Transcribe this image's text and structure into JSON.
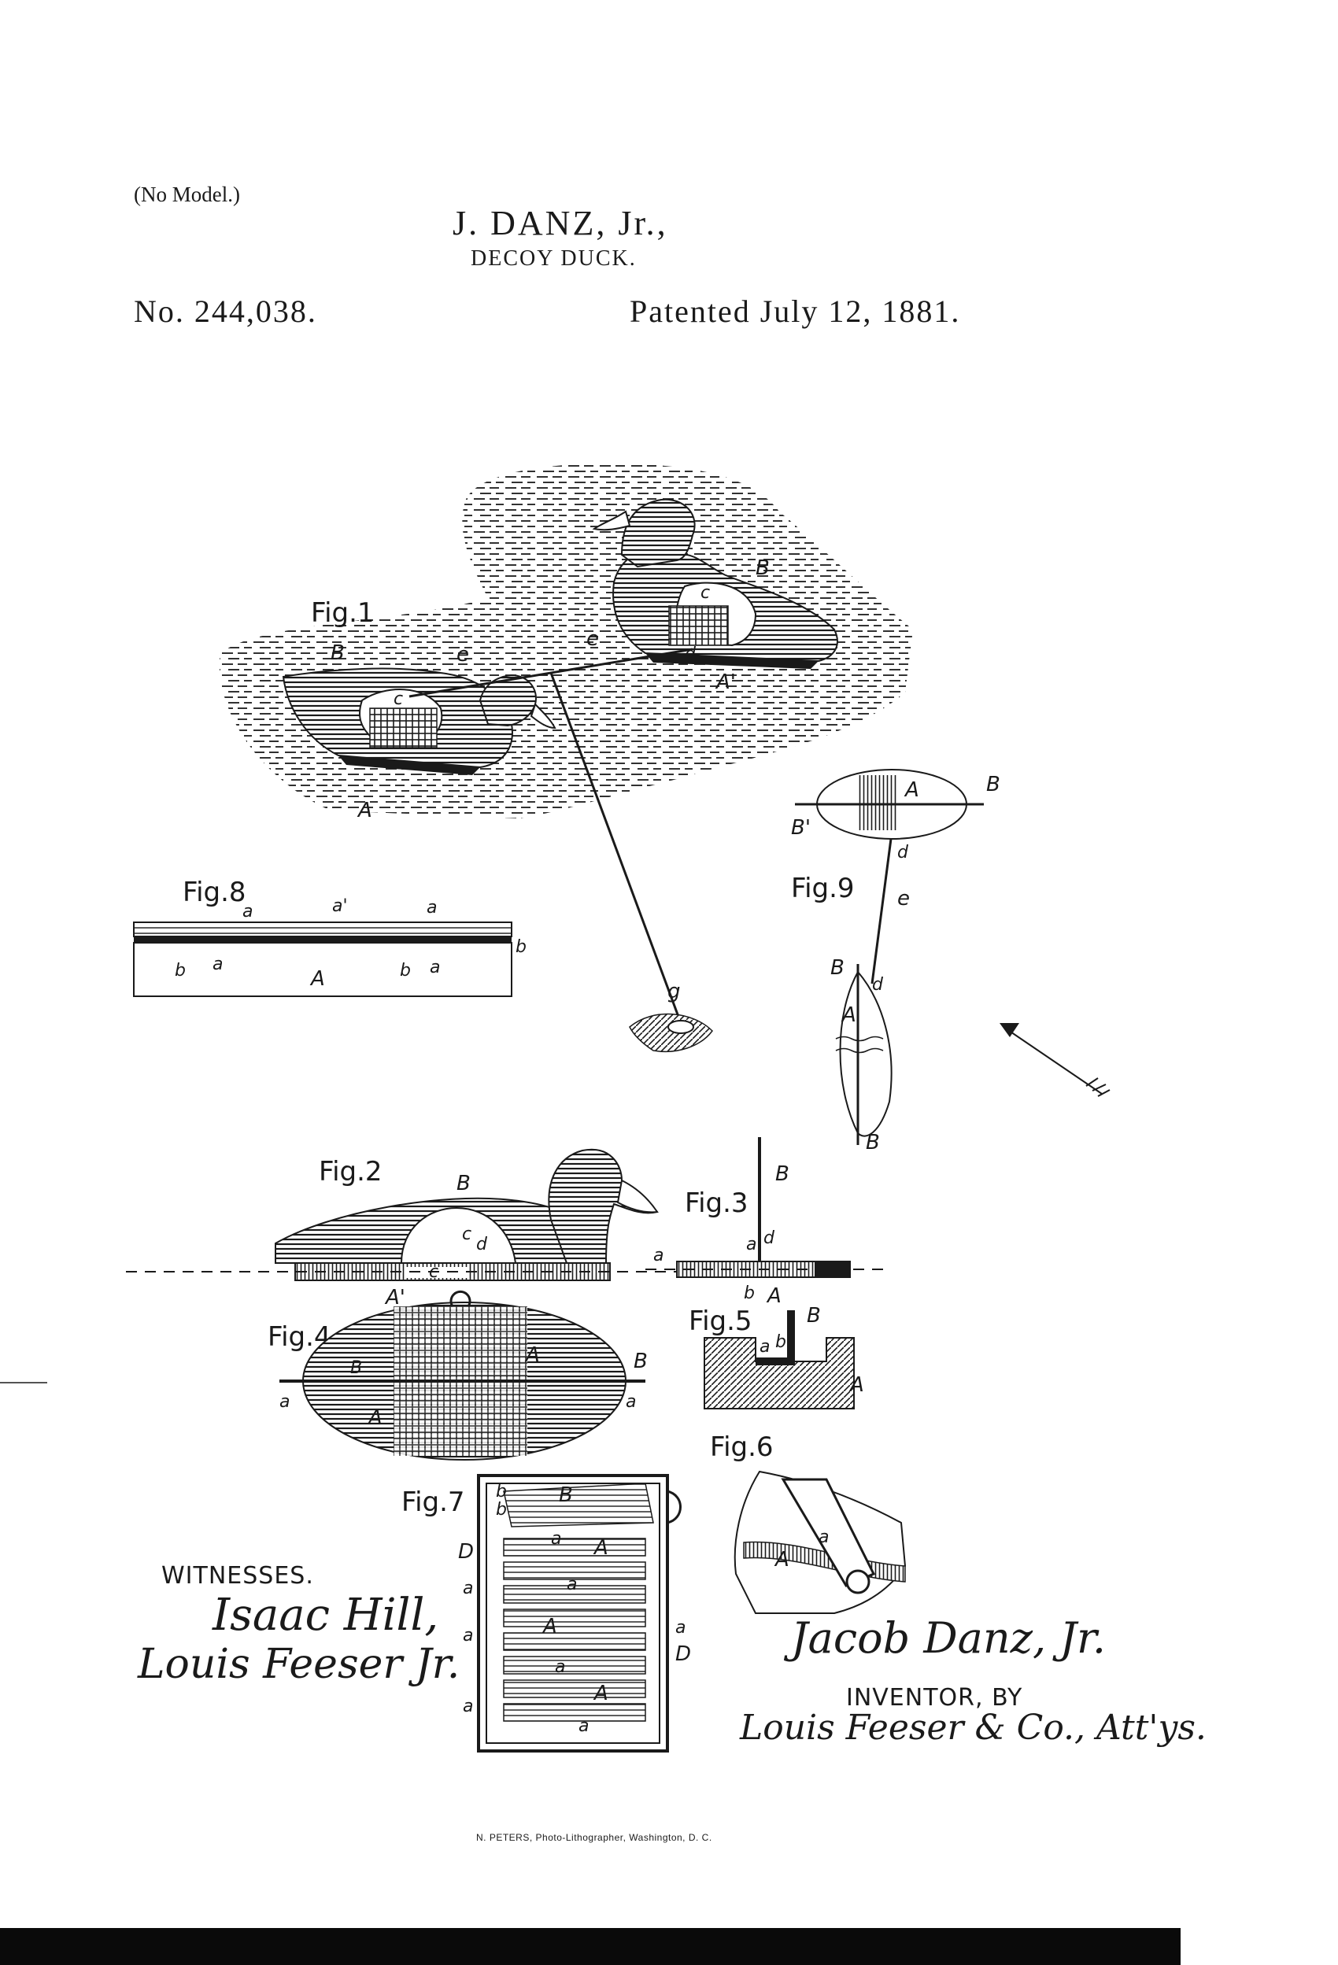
{
  "header": {
    "no_model": "(No Model.)",
    "inventor": "J. DANZ, Jr.,",
    "title": "DECOY DUCK.",
    "patent_number": "No. 244,038.",
    "patent_date": "Patented July 12, 1881."
  },
  "figures": {
    "fig1": "Fig.1",
    "fig2": "Fig.2",
    "fig3": "Fig.3",
    "fig4": "Fig.4",
    "fig5": "Fig.5",
    "fig6": "Fig.6",
    "fig7": "Fig.7",
    "fig8": "Fig.8",
    "fig9": "Fig.9"
  },
  "refs": {
    "A": "A",
    "A1": "A'",
    "B": "B",
    "B1": "B'",
    "a": "a",
    "a1": "a'",
    "b": "b",
    "c": "c",
    "d": "d",
    "e": "e",
    "g": "g",
    "D": "D"
  },
  "witnesses": {
    "label": "WITNESSES.",
    "signature_1": "Isaac Hill,",
    "signature_2": "Louis Feeser Jr."
  },
  "inventor_block": {
    "signature": "Jacob Danz, Jr.",
    "label": "INVENTOR, BY",
    "attorneys": "Louis Feeser & Co., Att'ys."
  },
  "printer": "N. PETERS, Photo-Lithographer, Washington, D. C."
}
